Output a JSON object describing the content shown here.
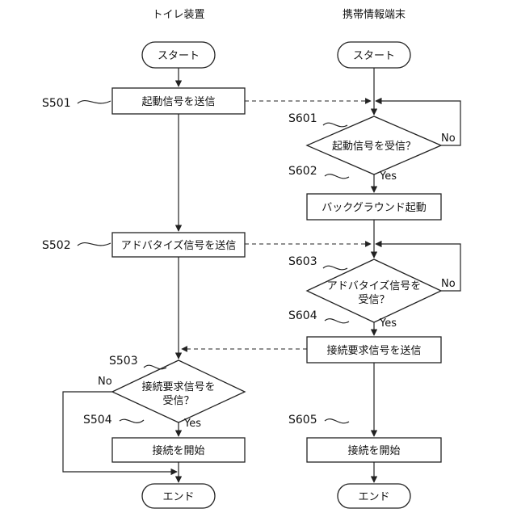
{
  "headers": {
    "left": "トイレ装置",
    "right": "携帯情報端末"
  },
  "left": {
    "start": "スタート",
    "s501": {
      "step": "S501",
      "label": "起動信号を送信"
    },
    "s502": {
      "step": "S502",
      "label": "アドバタイズ信号を送信"
    },
    "s503": {
      "step": "S503",
      "line1": "接続要求信号を",
      "line2": "受信？",
      "no": "No",
      "yes": "Yes"
    },
    "s504": {
      "step": "S504",
      "label": "接続を開始"
    },
    "end": "エンド"
  },
  "right": {
    "start": "スタート",
    "s601": {
      "step": "S601",
      "label": "起動信号を受信？",
      "no": "No",
      "yes": "Yes"
    },
    "s602": {
      "step": "S602",
      "label": "バックグラウンド起動"
    },
    "s603": {
      "step": "S603",
      "line1": "アドバタイズ信号を",
      "line2": "受信？",
      "no": "No",
      "yes": "Yes"
    },
    "s604": {
      "step": "S604",
      "label": "接続要求信号を送信"
    },
    "s605": {
      "step": "S605",
      "label": "接続を開始"
    },
    "end": "エンド"
  }
}
